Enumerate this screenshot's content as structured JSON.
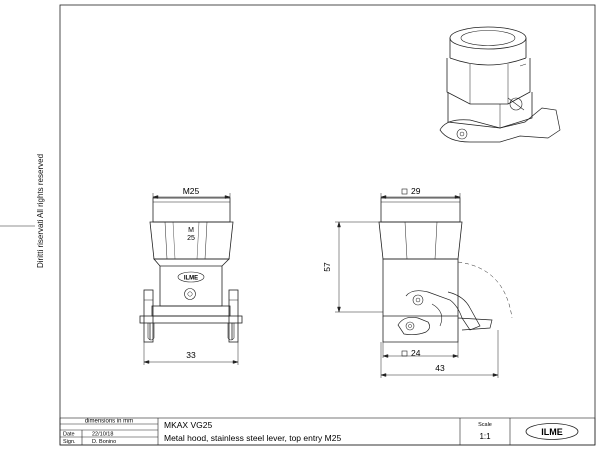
{
  "side_notes": {
    "rights_it": "Diritti riservati",
    "rights_en": "All rights reserved"
  },
  "front_view": {
    "thread_label": "M25",
    "nut_marking_line1": "M",
    "nut_marking_line2": "25",
    "width_label": "33"
  },
  "side_view": {
    "top_width_label": "29",
    "height_label": "57",
    "bottom_width_label": "24",
    "overall_width_label": "43"
  },
  "logo": {
    "text": "ILME"
  },
  "title_block": {
    "units_label": "dimensions in mm",
    "date_label": "Date",
    "date_value": "22/10/18",
    "sign_label": "Sign.",
    "sign_value": "D. Bonino",
    "part_code": "MKAX VG25",
    "description": "Metal hood, stainless steel lever, top entry M25",
    "scale_label": "Scale",
    "scale_value": "1:1"
  }
}
